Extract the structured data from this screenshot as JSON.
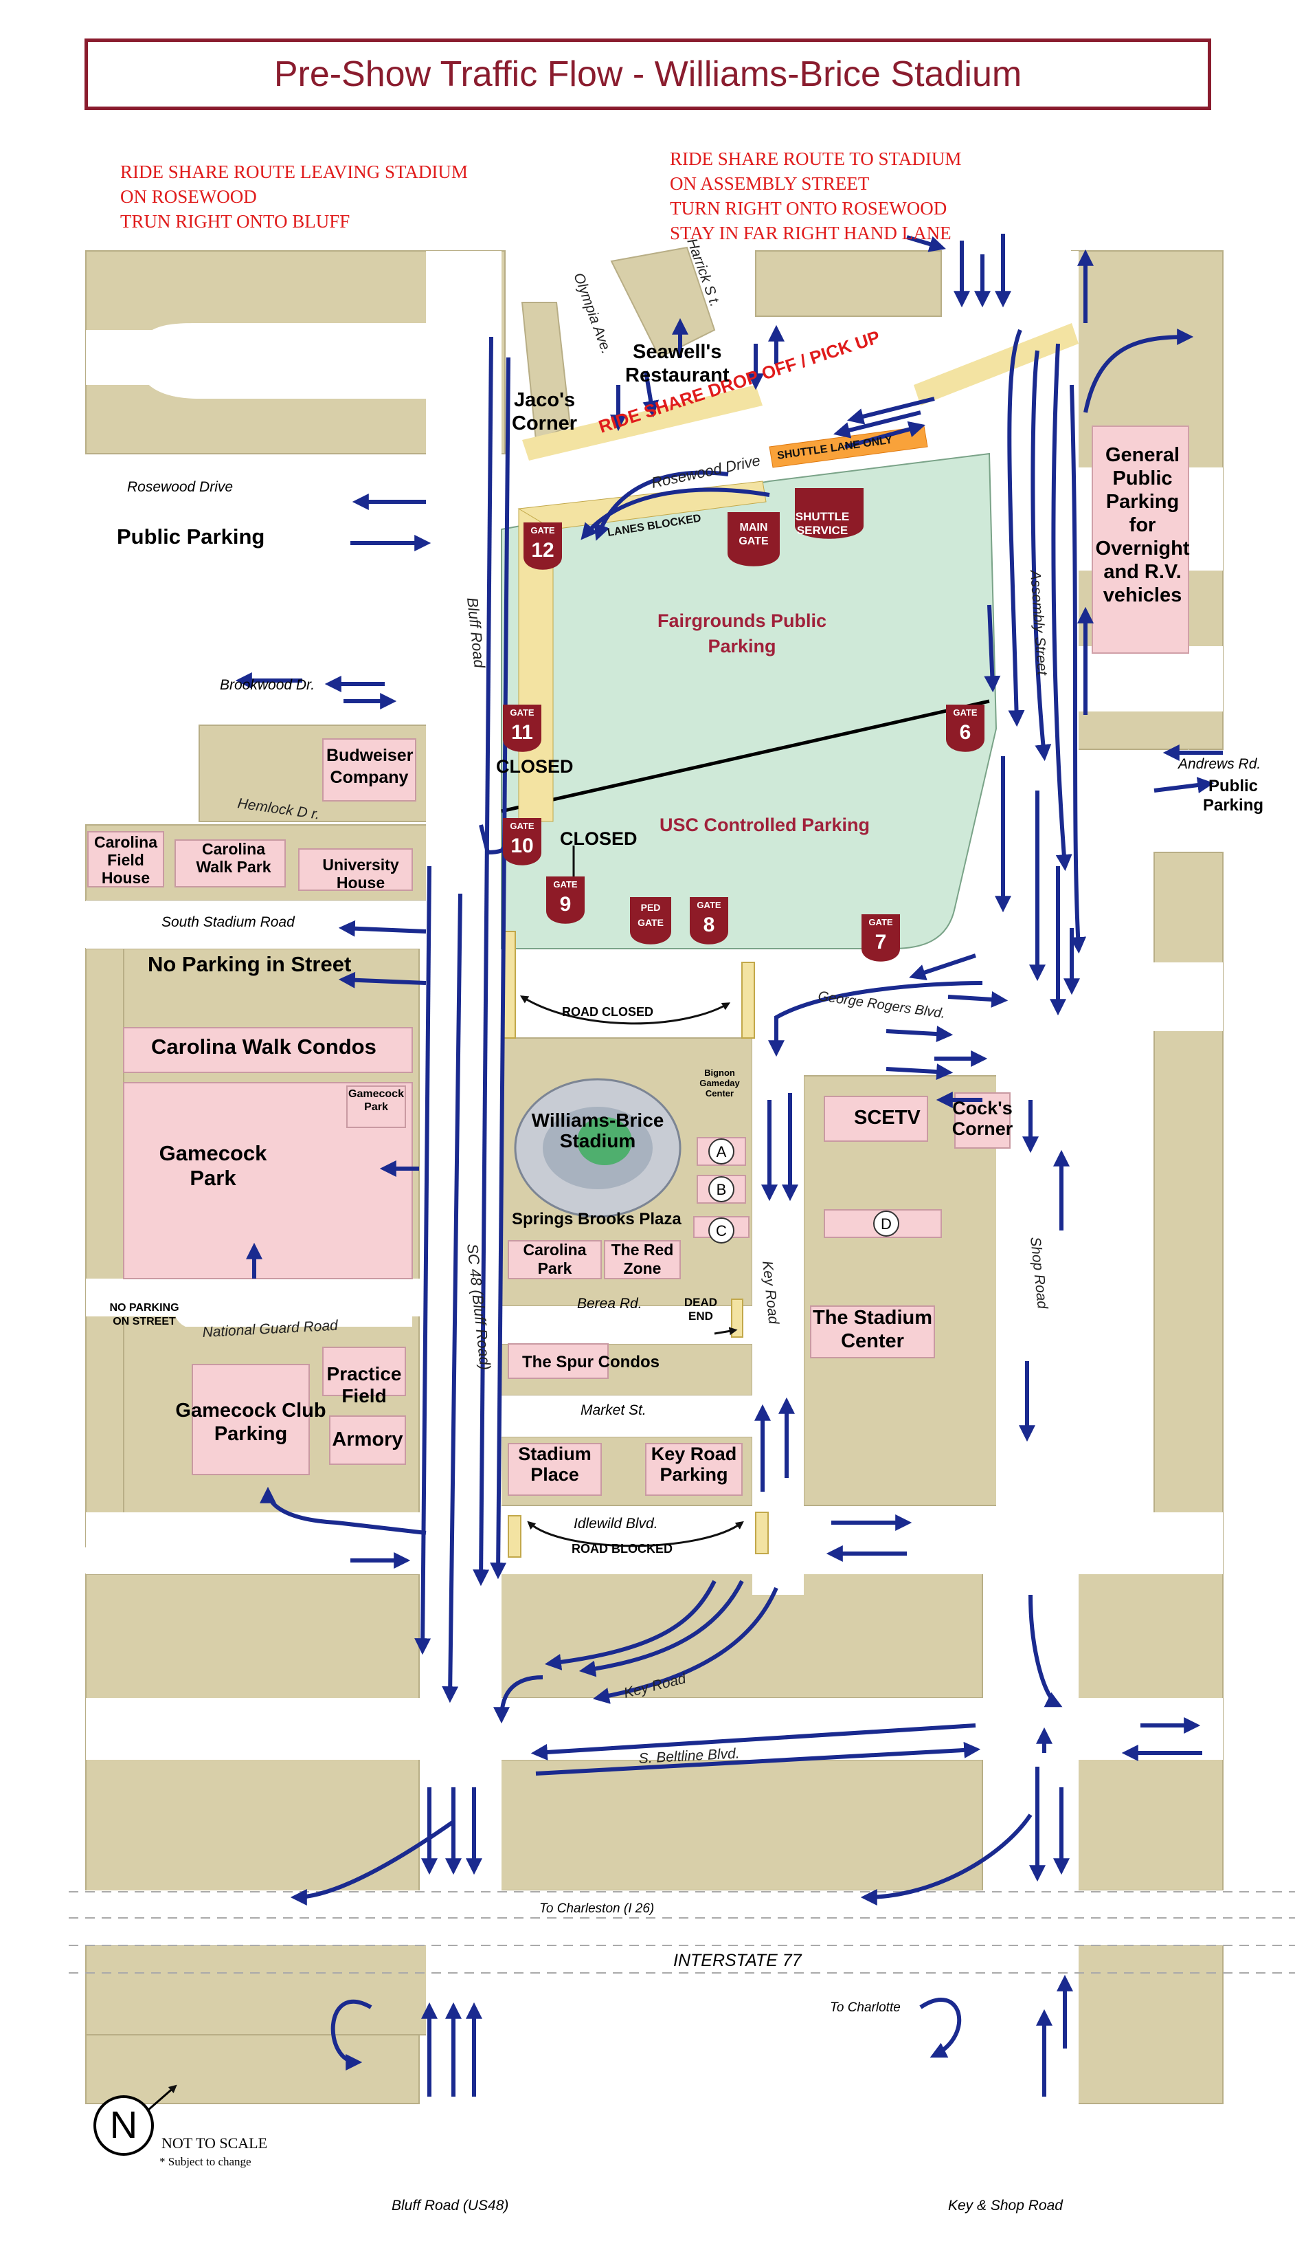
{
  "title": "Pre-Show Traffic Flow - Williams-Brice Stadium",
  "notes": {
    "leaving": "RIDE SHARE ROUTE LEAVING STADIUM\nON ROSEWOOD\nTRUN RIGHT ONTO BLUFF",
    "to_stadium": "RIDE SHARE ROUTE TO STADIUM\nON ASSEMBLY STREET\nTURN RIGHT ONTO ROSEWOOD\nSTAY IN FAR RIGHT HAND LANE"
  },
  "streets": {
    "olympia": "Olympia Ave.",
    "harrick": "Harrick S t.",
    "rosewood_drive_left": "Rosewood Drive",
    "rosewood_drive": "Rosewood  Drive",
    "brookwood": "Brookwood Dr.",
    "hemlock": "Hemlock D  r.",
    "south_stadium": "South Stadium Road",
    "bluff_road": "Bluff Road",
    "assembly": "Assembly Street",
    "andrews": "Andrews Rd.",
    "george_rogers": "George Rogers Blvd.",
    "sc48": "SC 48 (Bluff Road)",
    "key_road": "Key Road",
    "key_road_lower": "Key Road",
    "shop_road": "Shop Road",
    "berea": "Berea Rd.",
    "market": "Market St.",
    "national_guard": "National Guard Road",
    "idlewild": "Idlewild Blvd.",
    "beltline": "S. Beltline Blvd.",
    "to_charleston": "To Charleston (I 26)",
    "interstate": "INTERSTATE 77",
    "to_charlotte": "To Charlotte",
    "bluff_us48": "Bluff Road (US48)",
    "key_shop": "Key & Shop Road"
  },
  "places": {
    "seawells": "Seawell's\nRestaurant",
    "jacos": "Jaco's\nCorner",
    "ride_share": "RIDE SHARE DROP OFF / PICK UP",
    "shuttle_lane": "SHUTTLE LANE ONLY",
    "lanes_blocked": "LANES BLOCKED",
    "shuttle_service": "SHUTTLE\nSERVICE",
    "main_gate": "MAIN\nGATE",
    "general_parking": "General\nPublic\nParking\nfor\nOvernight\nand R.V.\nvehicles",
    "public_parking": "Public Parking",
    "public_parking_right": "Public\nParking",
    "fairgrounds": "Fairgrounds Public\nParking",
    "usc_parking": "USC Controlled Parking",
    "budweiser": "Budweiser\nCompany",
    "closed": "CLOSED",
    "closed2": "CLOSED",
    "carolina_field_house": "Carolina\nField\nHouse",
    "carolina_walk_park": "Carolina\nWalk Park",
    "university_house": "University\nHouse",
    "no_parking": "No Parking in Street",
    "road_closed": "ROAD CLOSED",
    "carolina_walk_condos": "Carolina Walk Condos",
    "gamecock_park_small": "Gamecock\nPark",
    "gamecock_park": "Gamecock\nPark",
    "stadium": "Williams-Brice\nStadium",
    "bignon": "Bignon\nGameday\nCenter",
    "springs_brooks": "Springs Brooks Plaza",
    "carolina_park": "Carolina\nPark",
    "red_zone": "The Red\nZone",
    "dead_end": "DEAD\nEND",
    "spur_condos": "The Spur Condos",
    "sctev": "SCETV",
    "cocks_corner": "Cock's\nCorner",
    "stadium_center": "The Stadium\nCenter",
    "no_parking_street": "NO PARKING\nON STREET",
    "practice_field": "Practice\nField",
    "gamecock_club": "Gamecock Club\nParking",
    "armory": "Armory",
    "stadium_place": "Stadium\nPlace",
    "key_road_parking": "Key Road\nParking",
    "road_blocked": "ROAD BLOCKED",
    "not_to_scale": "NOT TO SCALE",
    "subject_change": "* Subject to change",
    "north": "N"
  },
  "lots": {
    "a": "A",
    "b": "B",
    "c": "C",
    "d": "D"
  },
  "gates": [
    {
      "id": "gate12",
      "label": "GATE",
      "num": "12"
    },
    {
      "id": "gate11",
      "label": "GATE",
      "num": "11"
    },
    {
      "id": "gate10",
      "label": "GATE",
      "num": "10"
    },
    {
      "id": "gate9",
      "label": "GATE",
      "num": "9"
    },
    {
      "id": "gateped",
      "label": "PED",
      "num": "GATE"
    },
    {
      "id": "gate8",
      "label": "GATE",
      "num": "8"
    },
    {
      "id": "gate7",
      "label": "GATE",
      "num": "7"
    },
    {
      "id": "gate6",
      "label": "GATE",
      "num": "6"
    }
  ],
  "colors": {
    "block": "#d8cfa9",
    "building": "#f7d0d4",
    "parking": "#cfe9d8",
    "arrow": "#1a2a8f",
    "gate": "#8e1b27",
    "title": "#8a1c2e",
    "note": "#e01b1b"
  }
}
